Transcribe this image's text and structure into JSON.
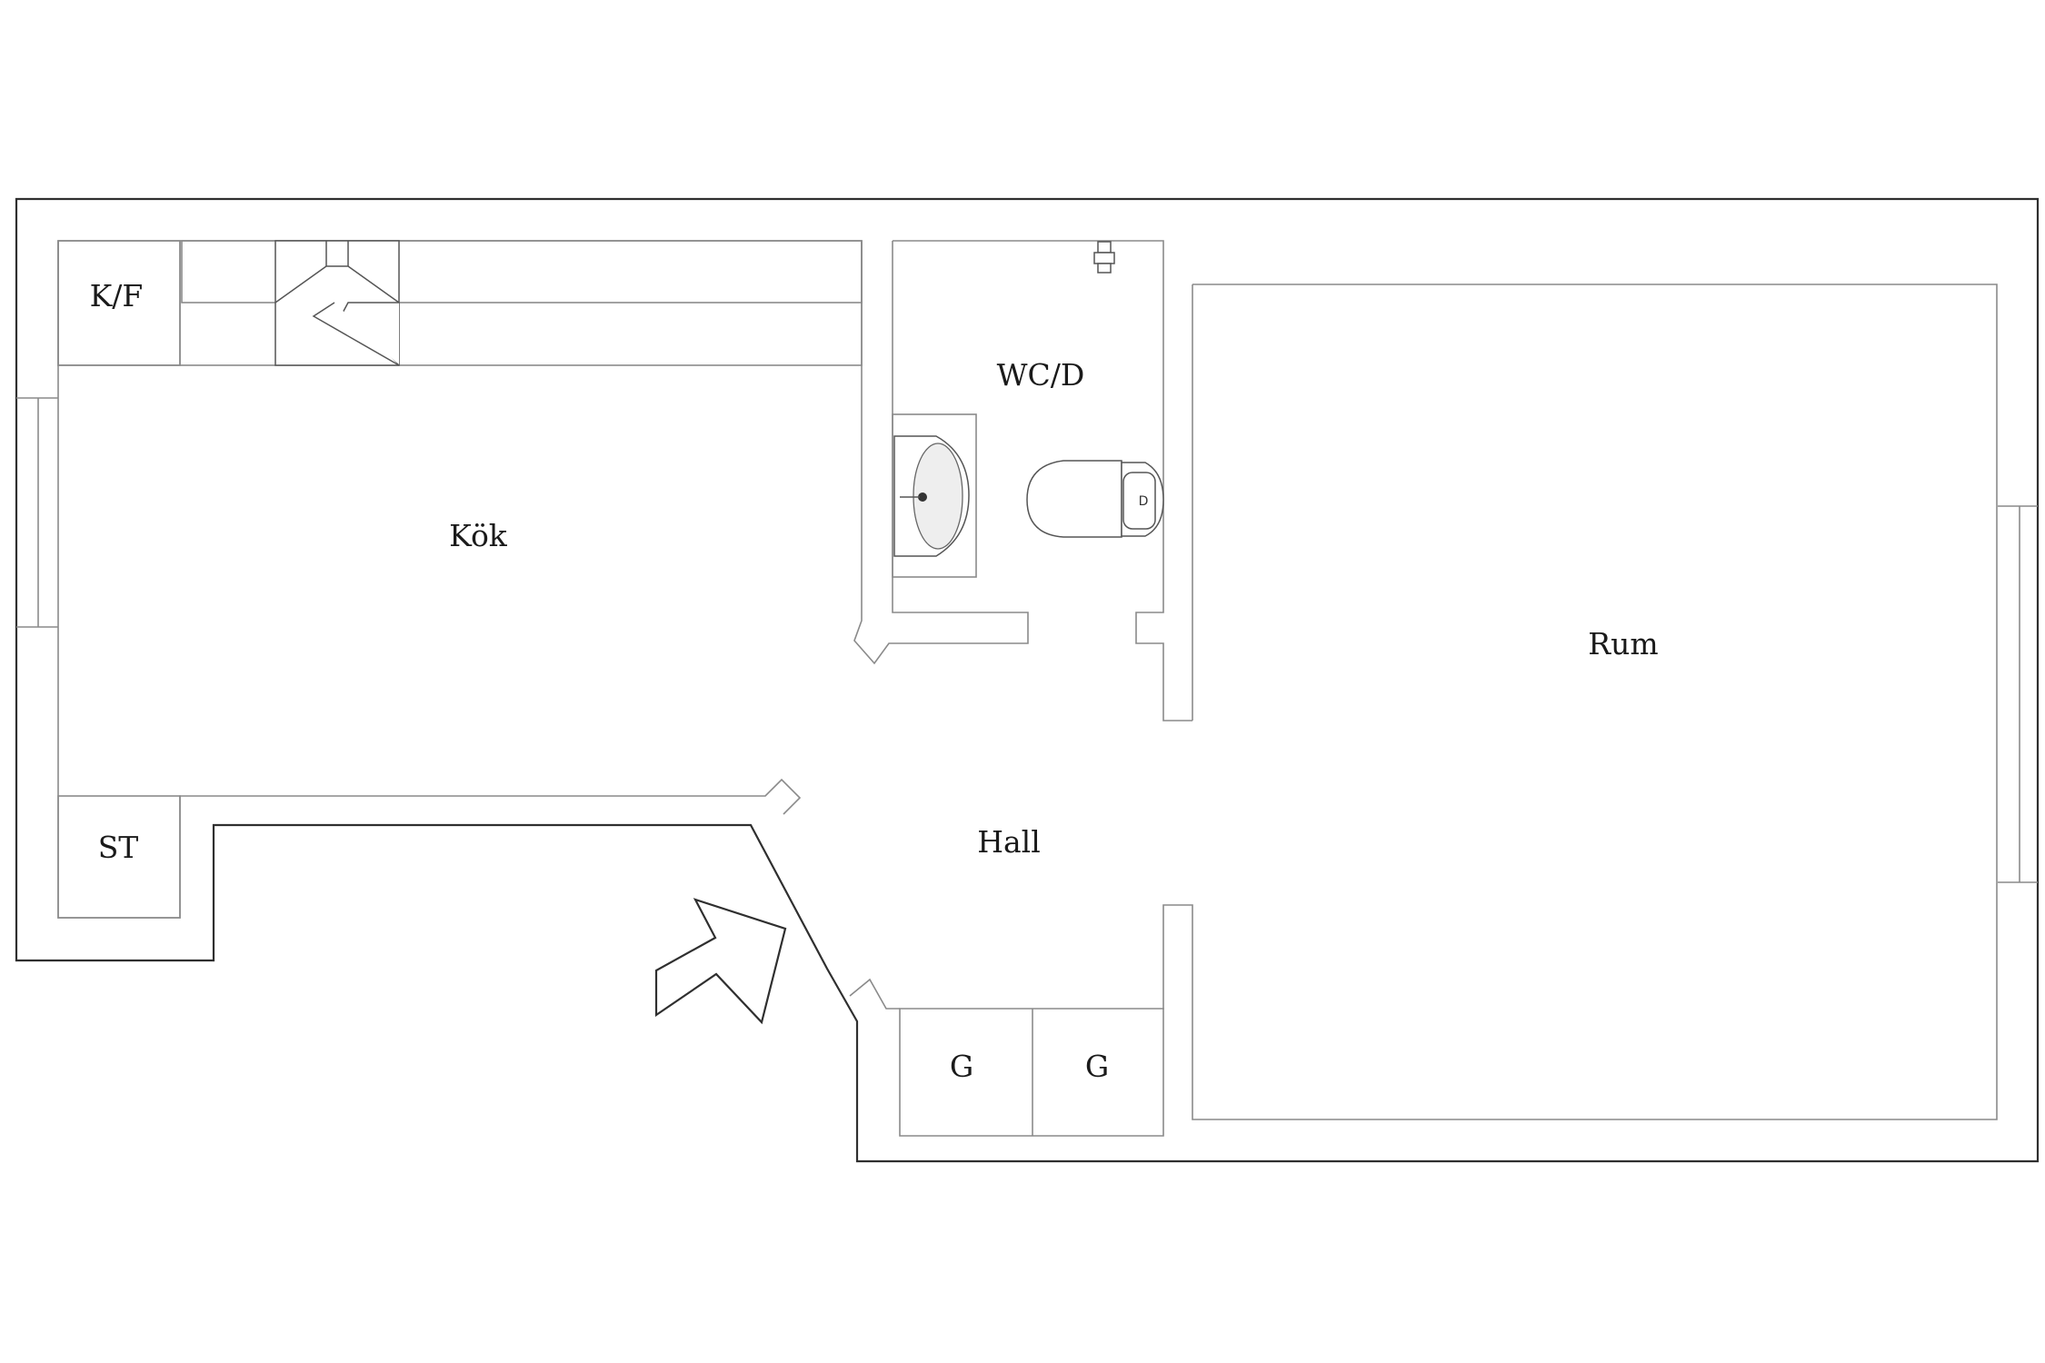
{
  "rooms": {
    "kf": "K/F",
    "kok": "Kök",
    "wcd": "WC/D",
    "rum": "Rum",
    "st": "ST",
    "hall": "Hall",
    "g1": "G",
    "g2": "G"
  }
}
